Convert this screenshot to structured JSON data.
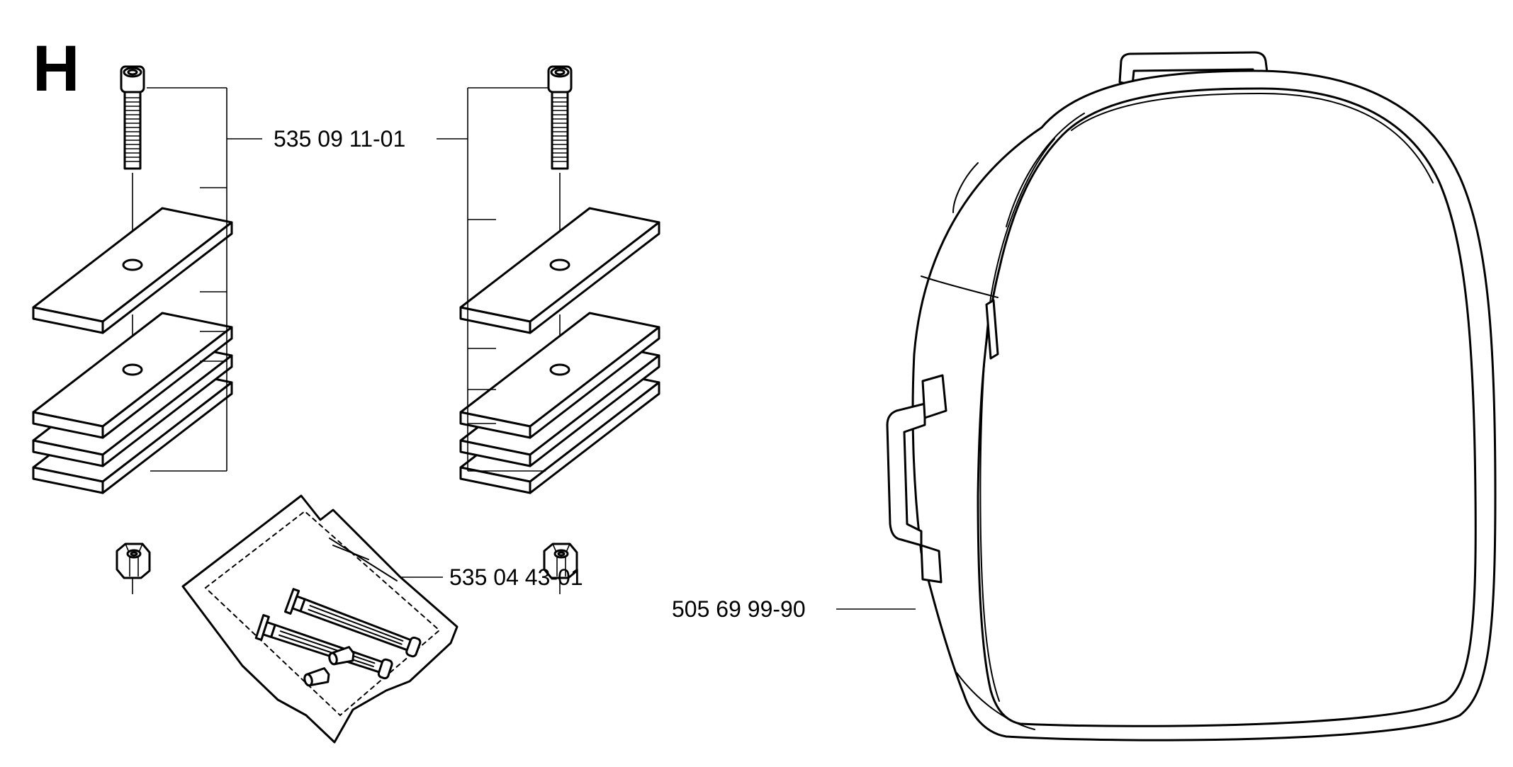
{
  "section_letter": "H",
  "parts": [
    {
      "part_number": "535 09 11-01"
    },
    {
      "part_number": "535 04 43-01"
    },
    {
      "part_number": "505 69 99-90"
    }
  ]
}
